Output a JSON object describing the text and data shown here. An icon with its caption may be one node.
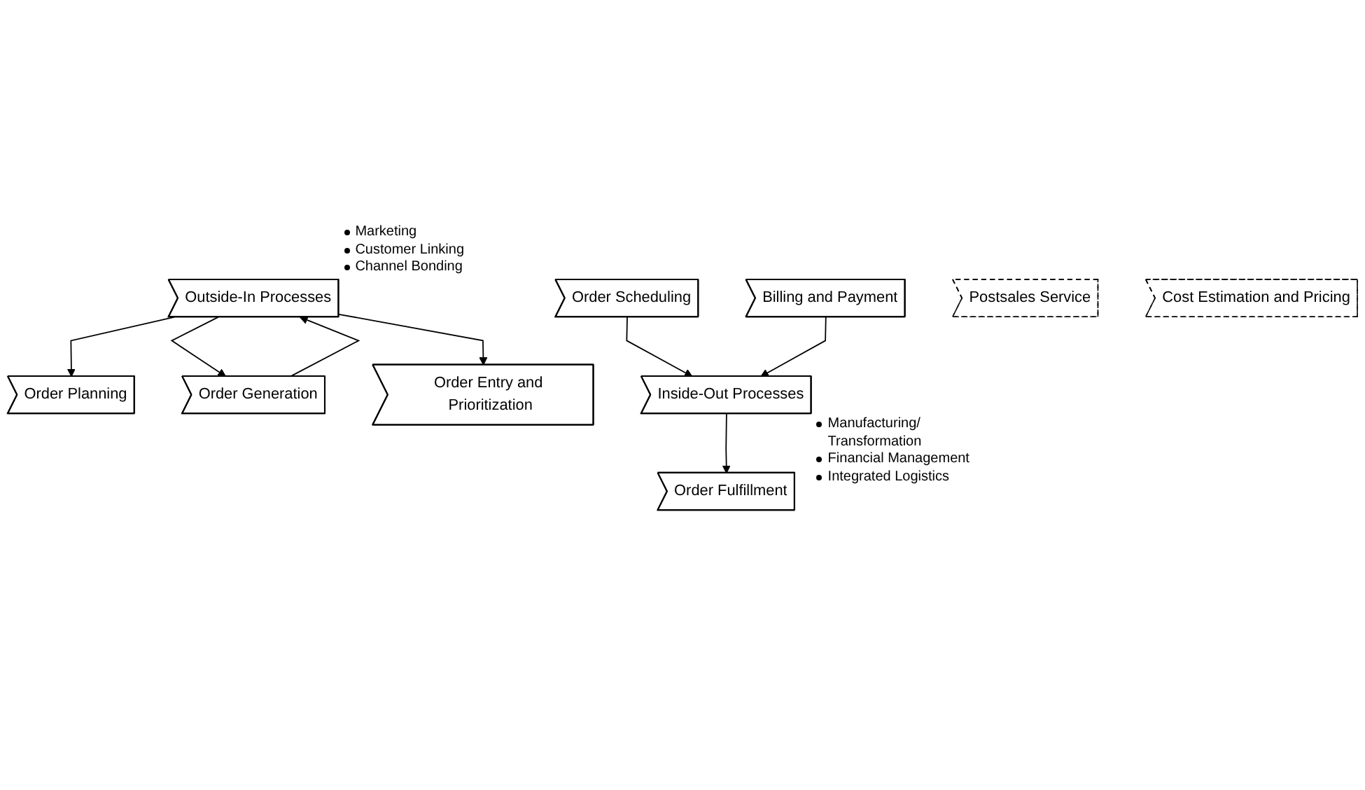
{
  "diagram": {
    "nodes": [
      {
        "text": [
          "Outside-In Processes"
        ],
        "beside": [
          "Marketing",
          "Customer Linking",
          "Channel Bonding"
        ]
      },
      {
        "text": [
          "Order Planning"
        ]
      },
      {
        "text": [
          "Order Generation"
        ]
      },
      {
        "text": [
          "Order Entry and Prioritization"
        ]
      },
      {
        "text": [
          "Order Scheduling"
        ]
      },
      {
        "text": [
          "Order Fulfillment"
        ]
      },
      {
        "text": [
          "Billing and Payment"
        ]
      },
      {
        "text": [
          "Postsales Service"
        ]
      },
      {
        "text": [
          "Cost Estimation and Pricing"
        ]
      },
      {
        "text": [
          "Inside-Out Processes"
        ],
        "beside": [
          "Manufacturing/ Transformation",
          "Financial Management",
          "Integrated Logistics"
        ]
      }
    ],
    "edges": [
      {
        "from": 0,
        "to": 1,
        "arrow": "to"
      },
      {
        "from": 2,
        "to": 0,
        "arrow": "to"
      },
      {
        "from": 0,
        "to": 2,
        "arrow": "to"
      },
      {
        "from": 0,
        "to": 3,
        "arrow": "to"
      },
      {
        "from": 4,
        "to": 9,
        "arrow": "to"
      },
      {
        "from": 9,
        "to": 5,
        "arrow": "to"
      },
      {
        "from": 6,
        "to": 9,
        "arrow": "to"
      }
    ]
  }
}
